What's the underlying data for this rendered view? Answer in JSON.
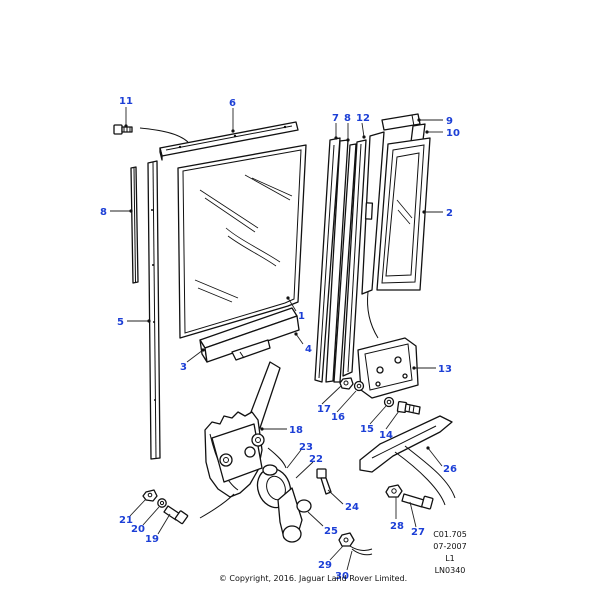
{
  "diagram": {
    "callouts": [
      "1",
      "2",
      "4",
      "5",
      "6",
      "7",
      "8",
      "8",
      "9",
      "10",
      "11",
      "12",
      "3",
      "13",
      "14",
      "15",
      "16",
      "17",
      "18",
      "19",
      "20",
      "21",
      "22",
      "23",
      "24",
      "25",
      "26",
      "27",
      "28",
      "29",
      "30"
    ],
    "drawing_code": [
      "C01.705",
      "07-2007",
      "L1",
      "LN0340"
    ],
    "copyright": "© Copyright, 2016. Jaguar Land Rover Limited."
  },
  "colors": {
    "callout": "#1c3fd6",
    "line": "#111111",
    "background": "#ffffff"
  }
}
